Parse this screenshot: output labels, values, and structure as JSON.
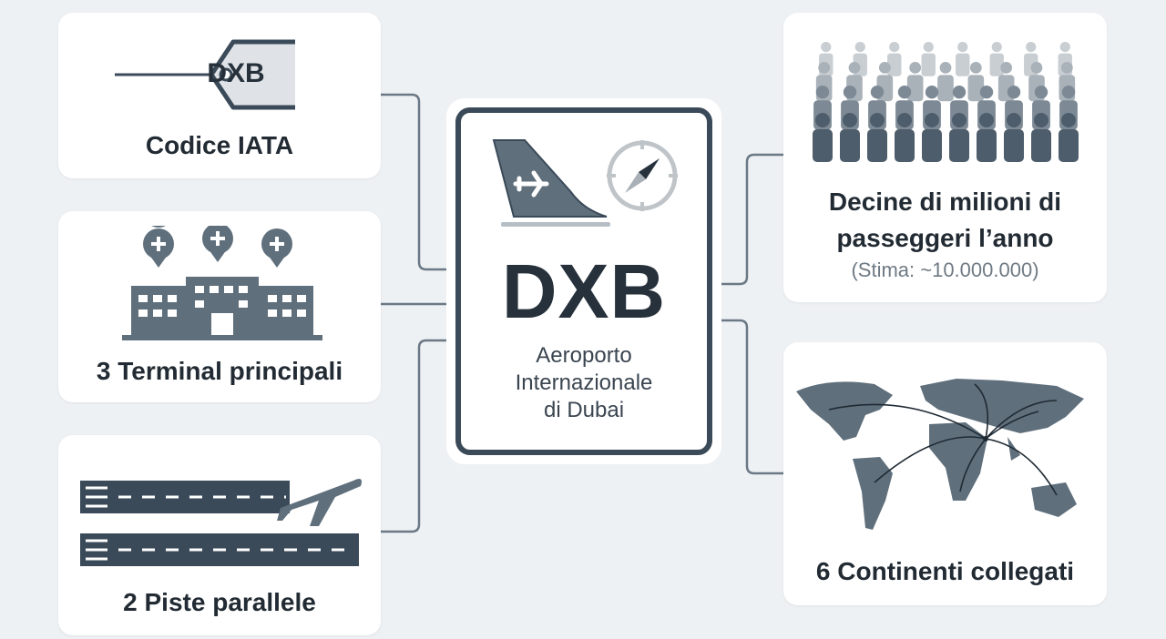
{
  "center": {
    "code": "DXB",
    "name_line1": "Aeroporto",
    "name_line2": "Internazionale",
    "name_line3": "di Dubai"
  },
  "cards": {
    "iata": {
      "tag_text": "DXB",
      "label": "Codice IATA"
    },
    "terminals": {
      "label": "3 Terminal principali"
    },
    "runways": {
      "label": "2 Piste parallele"
    },
    "passengers": {
      "label_line1": "Decine di milioni di",
      "label_line2": "passeggeri l’anno",
      "estimate": "(Stima: ~10.000.000)"
    },
    "continents": {
      "label": "6 Continenti collegati"
    }
  },
  "colors": {
    "background": "#eef1f4",
    "accent": "#3b4a58",
    "icon": "#5f6f7c",
    "line": "#6b7885"
  }
}
